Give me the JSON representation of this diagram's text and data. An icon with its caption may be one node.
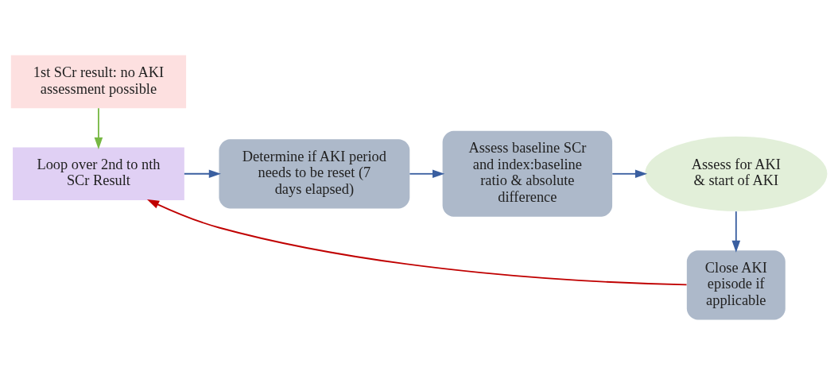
{
  "diagram": {
    "nodes": [
      {
        "text": [
          "1st SCr result: no AKI assessment possible"
        ]
      },
      {
        "text": [
          "Loop over 2nd to nth SCr Result"
        ]
      },
      {
        "text": [
          "Determine if AKI period needs to be reset (7 days elapsed)"
        ]
      },
      {
        "text": [
          "Assess baseline SCr and index:baseline ratio & absolute difference"
        ]
      },
      {
        "text": [
          "Assess for AKI & start of AKI"
        ]
      },
      {
        "text": [
          "Close AKI episode if applicable"
        ]
      }
    ],
    "edges": [
      {
        "from": 0,
        "to": 1,
        "arrow": "to",
        "color": "#77b844"
      },
      {
        "from": 1,
        "to": 2,
        "arrow": "to"
      },
      {
        "from": 2,
        "to": 3,
        "arrow": "to"
      },
      {
        "from": 3,
        "to": 4,
        "arrow": "to"
      },
      {
        "from": 4,
        "to": 5,
        "arrow": "to"
      },
      {
        "from": 5,
        "to": 1,
        "arrow": "to",
        "color": "#c00000"
      }
    ]
  }
}
